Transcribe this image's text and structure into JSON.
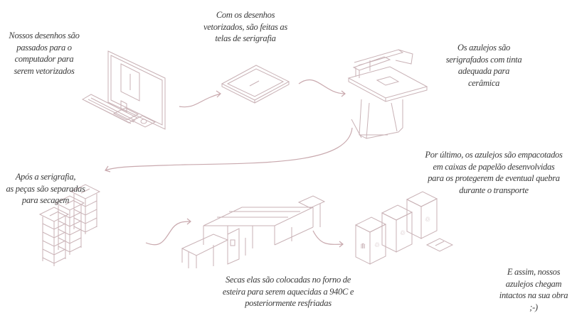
{
  "steps": [
    {
      "lines": [
        "Nossos desenhos são",
        "passados para o",
        "computador para",
        "serem vetorizados"
      ]
    },
    {
      "lines": [
        "Com os desenhos",
        "vetorizados, são feitas as",
        "telas de serigrafia"
      ]
    },
    {
      "lines": [
        "Os azulejos são",
        "serigrafados com tinta",
        "adequada para",
        "cerâmica"
      ]
    },
    {
      "lines": [
        "Após a serigrafia,",
        "as peças são separadas",
        "para secagem"
      ]
    },
    {
      "lines": [
        "Secas elas são colocadas no forno de",
        "esteira para serem aquecidas a 940C e",
        "posteriormente resfriadas"
      ]
    },
    {
      "lines": [
        "Por último, os azulejos são empacotados",
        "em caixas de papelão desenvolvidas",
        "para os protegerem de eventual quebra",
        "durante o transporte"
      ]
    },
    {
      "lines": [
        "E assim, nossos",
        "azulejos chegam",
        "intactos na sua obra",
        ";-)"
      ]
    }
  ],
  "colors": {
    "line": "#c9b2b6",
    "text": "#3a3a3a"
  }
}
